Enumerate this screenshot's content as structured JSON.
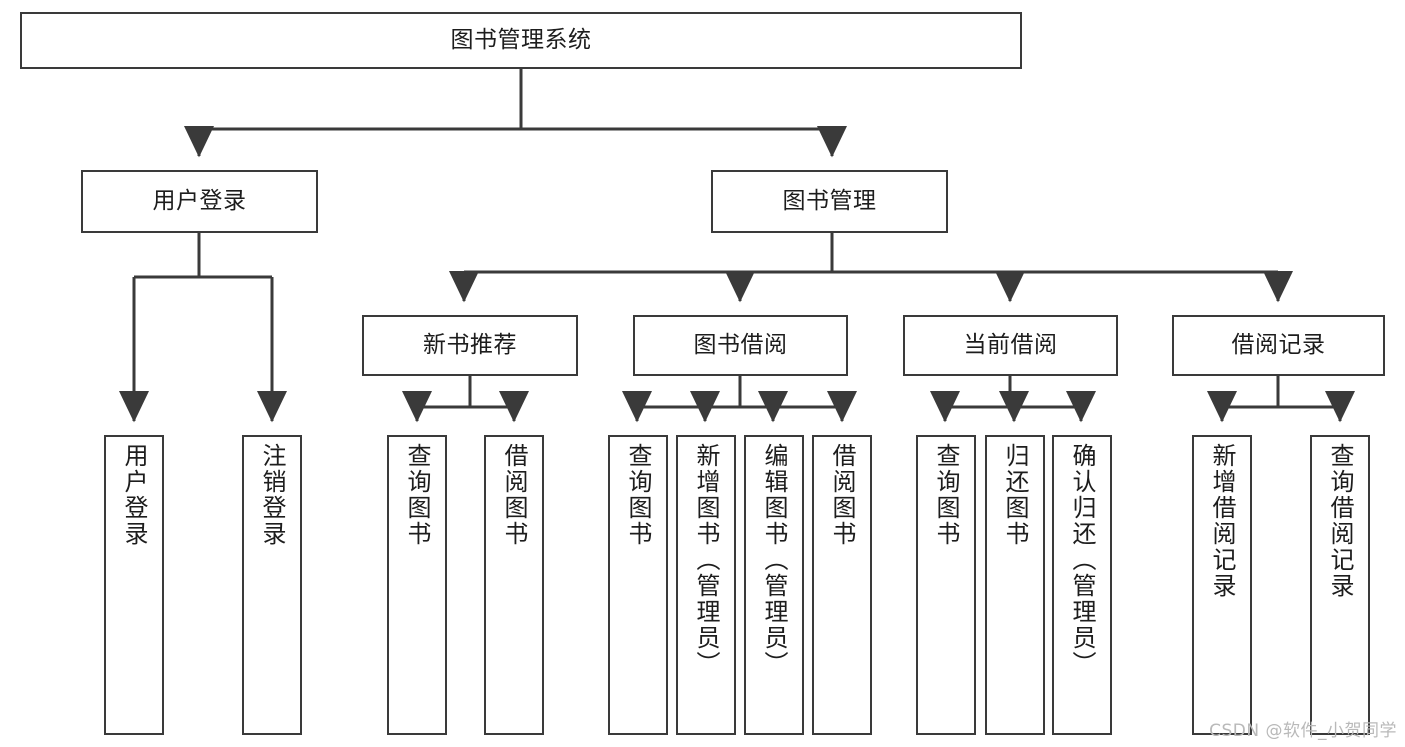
{
  "diagram": {
    "title": "图书管理系统",
    "type": "tree-hierarchy",
    "root": {
      "label": "图书管理系统"
    },
    "level2": [
      {
        "label": "用户登录"
      },
      {
        "label": "图书管理"
      }
    ],
    "level3": [
      {
        "label": "新书推荐"
      },
      {
        "label": "图书借阅"
      },
      {
        "label": "当前借阅"
      },
      {
        "label": "借阅记录"
      }
    ],
    "leaves": {
      "user_login": [
        {
          "label": "用户登录"
        },
        {
          "label": "注销登录"
        }
      ],
      "new_book_recommend": [
        {
          "label": "查询图书"
        },
        {
          "label": "借阅图书"
        }
      ],
      "book_borrow": [
        {
          "label": "查询图书"
        },
        {
          "label": "新增图书（管理员）"
        },
        {
          "label": "编辑图书（管理员）"
        },
        {
          "label": "借阅图书"
        }
      ],
      "current_borrow": [
        {
          "label": "查询图书"
        },
        {
          "label": "归还图书"
        },
        {
          "label": "确认归还（管理员）"
        }
      ],
      "borrow_record": [
        {
          "label": "新增借阅记录"
        },
        {
          "label": "查询借阅记录"
        }
      ]
    }
  },
  "watermark": {
    "text": "CSDN @软件_小贺同学"
  },
  "colors": {
    "border": "#3a3a3a",
    "line": "#3a3a3a",
    "text": "#1d1d1d",
    "background": "#ffffff",
    "watermark": "#b9b9b9"
  }
}
